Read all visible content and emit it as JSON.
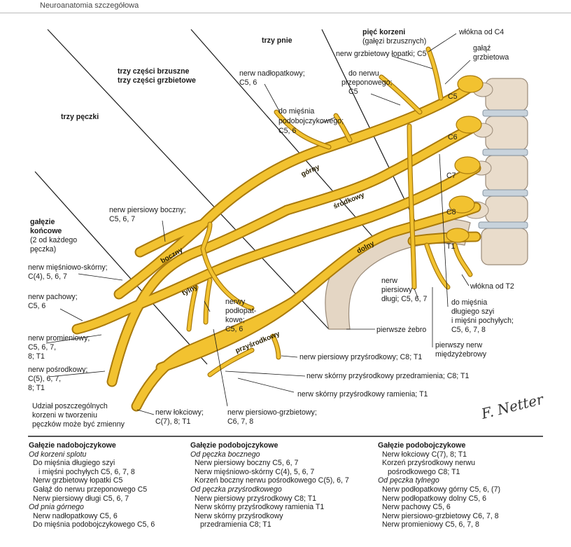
{
  "running_head": "Neuroanatomia szczegółowa",
  "diagram": {
    "groups": {
      "roots": "pięć korzeni",
      "roots_sub": "(gałęzi brzusznych)",
      "trunks": "trzy pnie",
      "divisions_1": "trzy części brzuszne",
      "divisions_2": "trzy części grzbietowe",
      "cords": "trzy pęczki",
      "terminal_1": "gałęzie",
      "terminal_2": "końcowe",
      "terminal_3": "(2 od każdego",
      "terminal_4": "pęczka)"
    },
    "segments": {
      "upper": "górny",
      "middle": "środkowy",
      "lower": "dolny",
      "lateral": "boczny",
      "posterior": "tylny",
      "medial": "przyśrodkowy"
    },
    "root_levels": [
      "C5",
      "C6",
      "C7",
      "C8",
      "T1"
    ],
    "labels": {
      "fibers_c4": "włókna od C4",
      "dorsal_branch_1": "gałąź",
      "dorsal_branch_2": "grzbietowa",
      "dorsal_scapular": "nerw grzbietowy łopatki; C5",
      "phrenic_1": "do nerwu",
      "phrenic_2": "przeponowego;",
      "phrenic_3": "C5",
      "suprascapular_1": "nerw nadłopatkowy;",
      "suprascapular_2": "C5, 6",
      "subclavius_1": "do mięśnia",
      "subclavius_2": "podobojczykowego;",
      "subclavius_3": "C5, 6",
      "lat_pectoral_1": "nerw piersiowy boczny;",
      "lat_pectoral_2": "C5, 6, 7",
      "musculocut_1": "nerw mięśniowo-skórny;",
      "musculocut_2": "C(4), 5, 6, 7",
      "axillary_1": "nerw pachowy;",
      "axillary_2": "C5, 6",
      "radial_1": "nerw promieniowy;",
      "radial_2": "C5, 6, 7,",
      "radial_3": "8; T1",
      "median_1": "nerw pośrodkowy;",
      "median_2": "C(5), 6, 7,",
      "median_3": "8; T1",
      "variable_1": "Udział poszczególnych",
      "variable_2": "korzeni w tworzeniu",
      "variable_3": "pęczków może być zmienny",
      "ulnar_1": "nerw łokciowy;",
      "ulnar_2": "C(7), 8; T1",
      "thoracodorsal_1": "nerw piersiowo-grzbietowy;",
      "thoracodorsal_2": "C6, 7, 8",
      "med_antebrach": "nerw skórny przyśrodkowy przedramienia; C8; T1",
      "med_brach": "nerw skórny przyśrodkowy ramienia; T1",
      "med_pectoral": "nerw piersiowy przyśrodkowy; C8; T1",
      "subscapular_1": "nerwy",
      "subscapular_2": "podłopat-",
      "subscapular_3": "kowe;",
      "subscapular_4": "C5, 6",
      "long_thoracic_1": "nerw",
      "long_thoracic_2": "piersiowy",
      "long_thoracic_3": "długi; C5, 6, 7",
      "first_rib": "pierwsze żebro",
      "intercostal_1": "pierwszy nerw",
      "intercostal_2": "międzyżebrowy",
      "fibers_t2": "włókna od T2",
      "scalene_1": "do mięśnia",
      "scalene_2": "długiego szyi",
      "scalene_3": "i mięśni pochyłych;",
      "scalene_4": "C5, 6, 7, 8"
    },
    "signature": "F. Netter"
  },
  "legend": {
    "col1": {
      "heading": "Gałęzie nadobojczykowe",
      "rows": [
        {
          "style": "i",
          "text": "Od korzeni splotu"
        },
        {
          "style": "r1",
          "text": "Do mięśnia długiego szyi"
        },
        {
          "style": "r2",
          "text": "i mięśni pochyłych C5, 6, 7, 8"
        },
        {
          "style": "r1",
          "text": "Nerw grzbietowy łopatki C5"
        },
        {
          "style": "r1",
          "text": "Gałąź do nerwu przeponowego C5"
        },
        {
          "style": "r1",
          "text": "Nerw piersiowy długi C5, 6, 7"
        },
        {
          "style": "i",
          "text": "Od pnia górnego"
        },
        {
          "style": "r1",
          "text": "Nerw nadłopatkowy C5, 6"
        },
        {
          "style": "r1",
          "text": "Do mięśnia podobojczykowego C5, 6"
        }
      ]
    },
    "col2": {
      "heading": "Gałęzie podobojczykowe",
      "rows": [
        {
          "style": "i",
          "text": "Od pęczka bocznego"
        },
        {
          "style": "r1",
          "text": "Nerw piersiowy boczny C5, 6, 7"
        },
        {
          "style": "r1",
          "text": "Nerw mięśniowo-skórny C(4), 5, 6, 7"
        },
        {
          "style": "r1",
          "text": "Korzeń boczny nerwu pośrodkowego C(5), 6, 7"
        },
        {
          "style": "i",
          "text": "Od pęczka przyśrodkowego"
        },
        {
          "style": "r1",
          "text": "Nerw piersiowy przyśrodkowy C8; T1"
        },
        {
          "style": "r1",
          "text": "Nerw skórny przyśrodkowy ramienia T1"
        },
        {
          "style": "r1",
          "text": "Nerw skórny przyśrodkowy"
        },
        {
          "style": "r2",
          "text": "przedramienia C8; T1"
        }
      ]
    },
    "col3": {
      "heading": "Gałęzie podobojczykowe",
      "rows": [
        {
          "style": "r1",
          "text": "Nerw łokciowy C(7), 8; T1"
        },
        {
          "style": "r1",
          "text": "Korzeń przyśrodkowy nerwu"
        },
        {
          "style": "r2",
          "text": "pośrodkowego C8; T1"
        },
        {
          "style": "i",
          "text": "Od pęczka tylnego"
        },
        {
          "style": "r1",
          "text": "Nerw podłopatkowy górny C5, 6, (7)"
        },
        {
          "style": "r1",
          "text": "Nerw podłopatkowy dolny C5, 6"
        },
        {
          "style": "r1",
          "text": "Nerw pachowy C5, 6"
        },
        {
          "style": "r1",
          "text": "Nerw piersiowo-grzbietowy C6, 7, 8"
        },
        {
          "style": "r1",
          "text": "Nerw promieniowy C5, 6, 7, 8"
        }
      ]
    }
  },
  "colors": {
    "nerve": "#f2c230",
    "nerve_edge": "#a97a0c",
    "bone": "#e9dccb",
    "bone_edge": "#9a8a78",
    "disc": "#c8d3dc"
  }
}
